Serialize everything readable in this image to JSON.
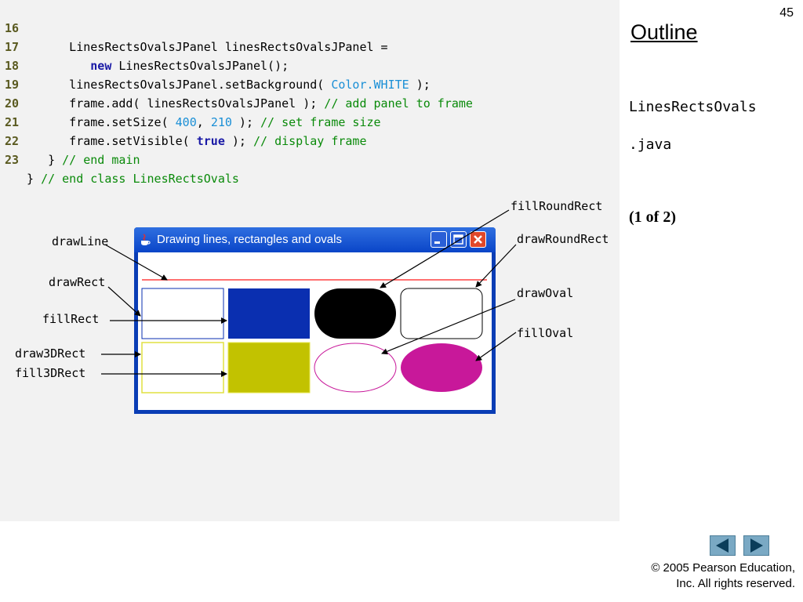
{
  "slide": {
    "number": "45",
    "outline_title": "Outline",
    "file_line1": "LinesRectsOvals",
    "file_line2": ".java",
    "page_info": "(1 of 2)"
  },
  "code": {
    "lines": [
      {
        "num": "16",
        "parts": [
          "      LinesRectsOvalsJPanel linesRectsOvalsJPanel ="
        ]
      },
      {
        "num": "17",
        "parts": [
          "         ",
          "new",
          " LinesRectsOvalsJPanel();"
        ]
      },
      {
        "num": "18",
        "parts": [
          "      linesRectsOvalsJPanel.setBackground( ",
          "Color.WHITE",
          " );"
        ]
      },
      {
        "num": "19",
        "parts": [
          "      frame.add( linesRectsOvalsJPanel ); ",
          "// add panel to frame"
        ]
      },
      {
        "num": "20",
        "parts": [
          "      frame.setSize( ",
          "400",
          ", ",
          "210",
          " ); ",
          "// set frame size"
        ]
      },
      {
        "num": "21",
        "parts": [
          "      frame.setVisible( ",
          "true",
          " ); ",
          "// display frame"
        ]
      },
      {
        "num": "22",
        "parts": [
          "   } ",
          "// end main"
        ]
      },
      {
        "num": "23",
        "parts": [
          "} ",
          "// end class LinesRectsOvals"
        ]
      }
    ]
  },
  "window": {
    "title": "Drawing lines, rectangles and ovals"
  },
  "labels": {
    "drawLine": "drawLine",
    "drawRect": "drawRect",
    "fillRect": "fillRect",
    "draw3DRect": "draw3DRect",
    "fill3DRect": "fill3DRect",
    "fillRoundRect": "fillRoundRect",
    "drawRoundRect": "drawRoundRect",
    "drawOval": "drawOval",
    "fillOval": "fillOval"
  },
  "footer": {
    "copyright_line1": "© 2005 Pearson Education,",
    "copyright_line2": "Inc.  All rights reserved."
  },
  "colors": {
    "line_red": "#ff4040",
    "rect_blue": "#0a2fb0",
    "yellow": "#c2c200",
    "magenta": "#c8189a",
    "code_bg": "#f2f2f2"
  },
  "icons": {
    "java": "java-cup-icon",
    "minimize": "minimize-icon",
    "maximize": "maximize-icon",
    "close": "close-icon",
    "prev": "previous-arrow-icon",
    "next": "next-arrow-icon"
  }
}
